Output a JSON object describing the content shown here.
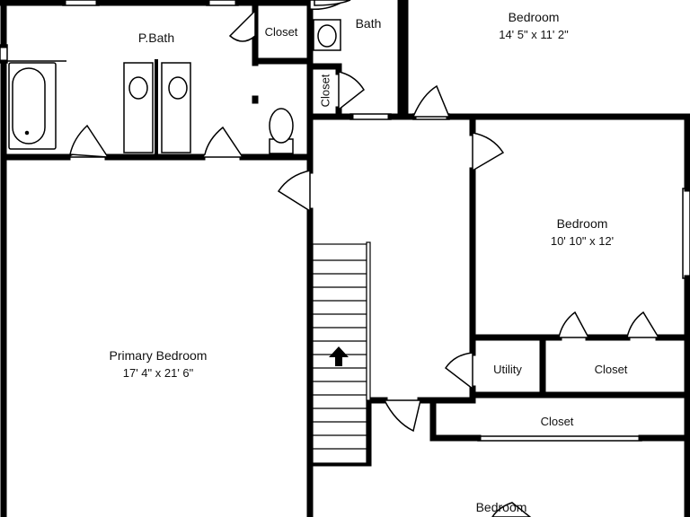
{
  "rooms": {
    "primary_bedroom": {
      "name": "Primary Bedroom",
      "dims": "17' 4\" x 21' 6\""
    },
    "p_bath": {
      "name": "P.Bath"
    },
    "bath": {
      "name": "Bath"
    },
    "closet_top": {
      "name": "Closet"
    },
    "closet_vertical": {
      "name": "Closet"
    },
    "bedroom_top": {
      "name": "Bedroom",
      "dims": "14' 5\" x 11' 2\""
    },
    "bedroom_mid": {
      "name": "Bedroom",
      "dims": "10' 10\" x 12'"
    },
    "utility": {
      "name": "Utility"
    },
    "closet_utility": {
      "name": "Closet"
    },
    "closet_hall": {
      "name": "Closet"
    },
    "bedroom_bottom": {
      "name": "Bedroom"
    }
  },
  "colors": {
    "wall": "#000000",
    "fixture": "#000000",
    "background": "#ffffff"
  },
  "icons": {
    "stairs_arrow": "up-arrow-icon"
  }
}
